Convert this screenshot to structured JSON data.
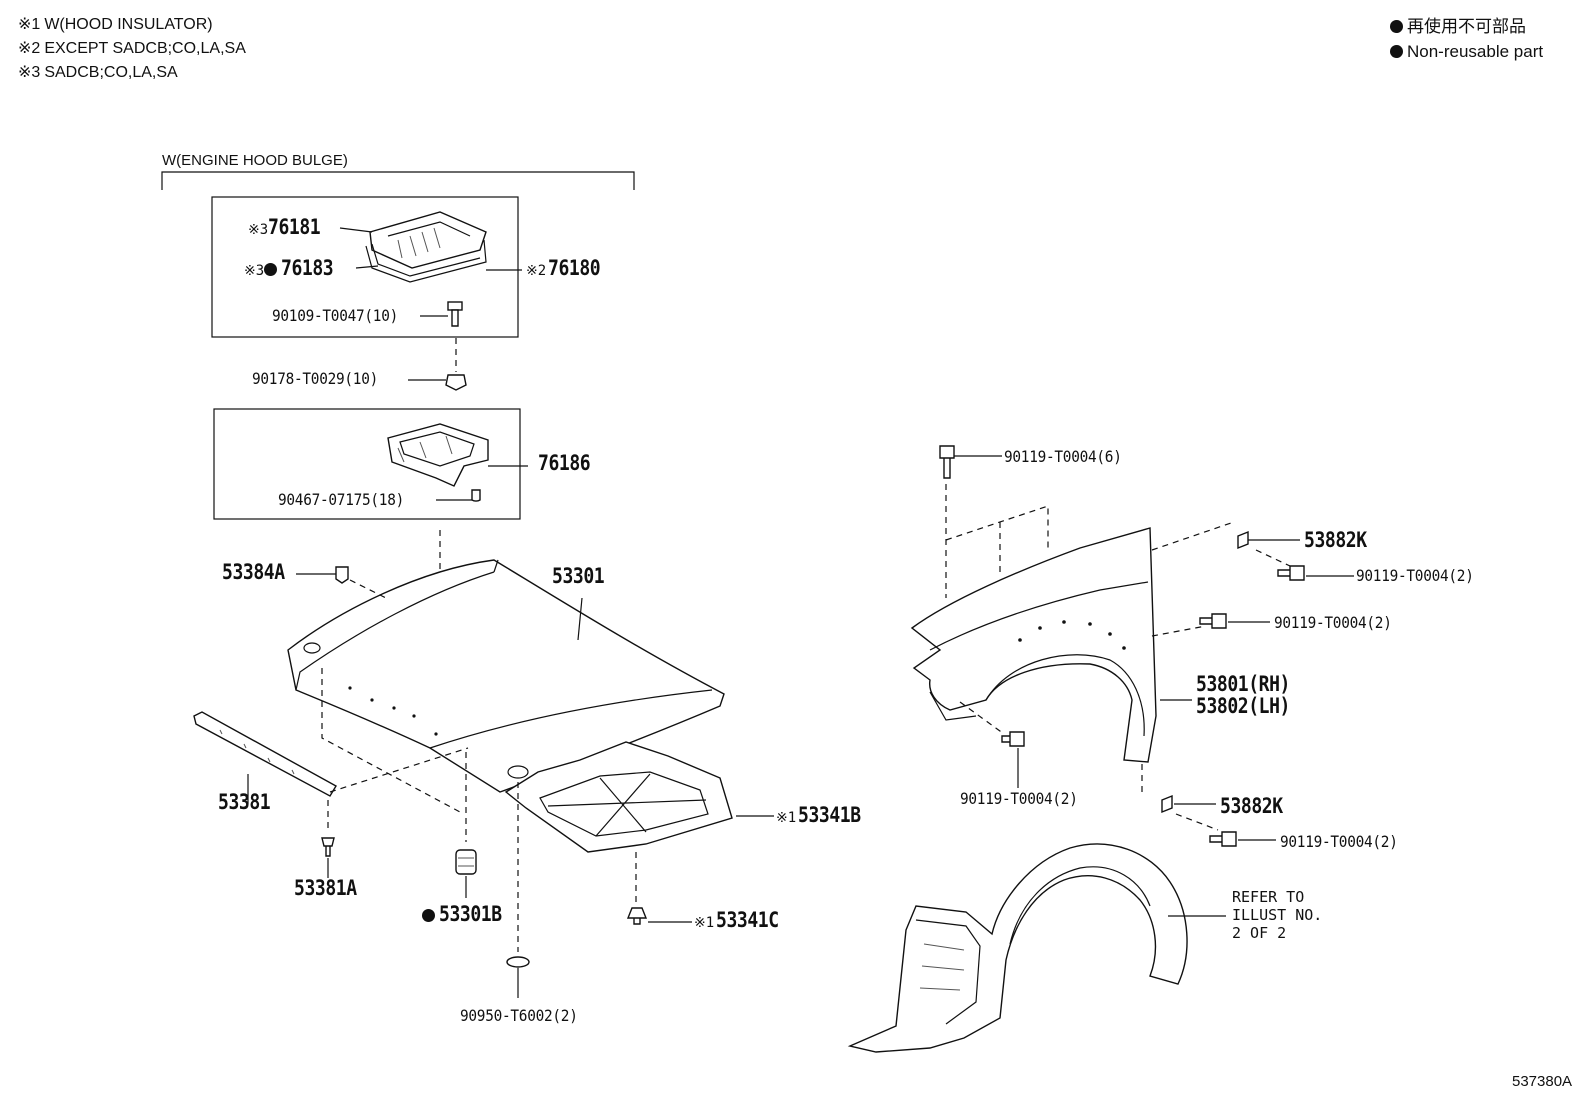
{
  "notes": [
    {
      "mark": "※1",
      "text": "W(HOOD INSULATOR)"
    },
    {
      "mark": "※2",
      "text": "EXCEPT SADCB;CO,LA,SA"
    },
    {
      "mark": "※3",
      "text": "SADCB;CO,LA,SA"
    }
  ],
  "legend": {
    "ja": "再使用不可部品",
    "en": "Non-reusable part"
  },
  "bulge_title": "W(ENGINE HOOD BULGE)",
  "marks": {
    "m1": "※1",
    "m2": "※2",
    "m3": "※3"
  },
  "parts": {
    "p76181": "76181",
    "p76183": "76183",
    "p76180": "76180",
    "p90109": "90109-T0047(10)",
    "p90178": "90178-T0029(10)",
    "p76186": "76186",
    "p90467": "90467-07175(18)",
    "p53384A": "53384A",
    "p53301": "53301",
    "p53381": "53381",
    "p53381A": "53381A",
    "p53301B": "53301B",
    "p53341B": "53341B",
    "p53341C": "53341C",
    "p90950": "90950-T6002(2)",
    "p90119_6": "90119-T0004(6)",
    "p53882K_a": "53882K",
    "p90119_2a": "90119-T0004(2)",
    "p90119_2b": "90119-T0004(2)",
    "p53801": "53801(RH)",
    "p53802": "53802(LH)",
    "p90119_2c": "90119-T0004(2)",
    "p53882K_b": "53882K",
    "p90119_2d": "90119-T0004(2)"
  },
  "refer": "REFER TO\nILLUST NO.\n2 OF 2",
  "illust_code": "537380A"
}
